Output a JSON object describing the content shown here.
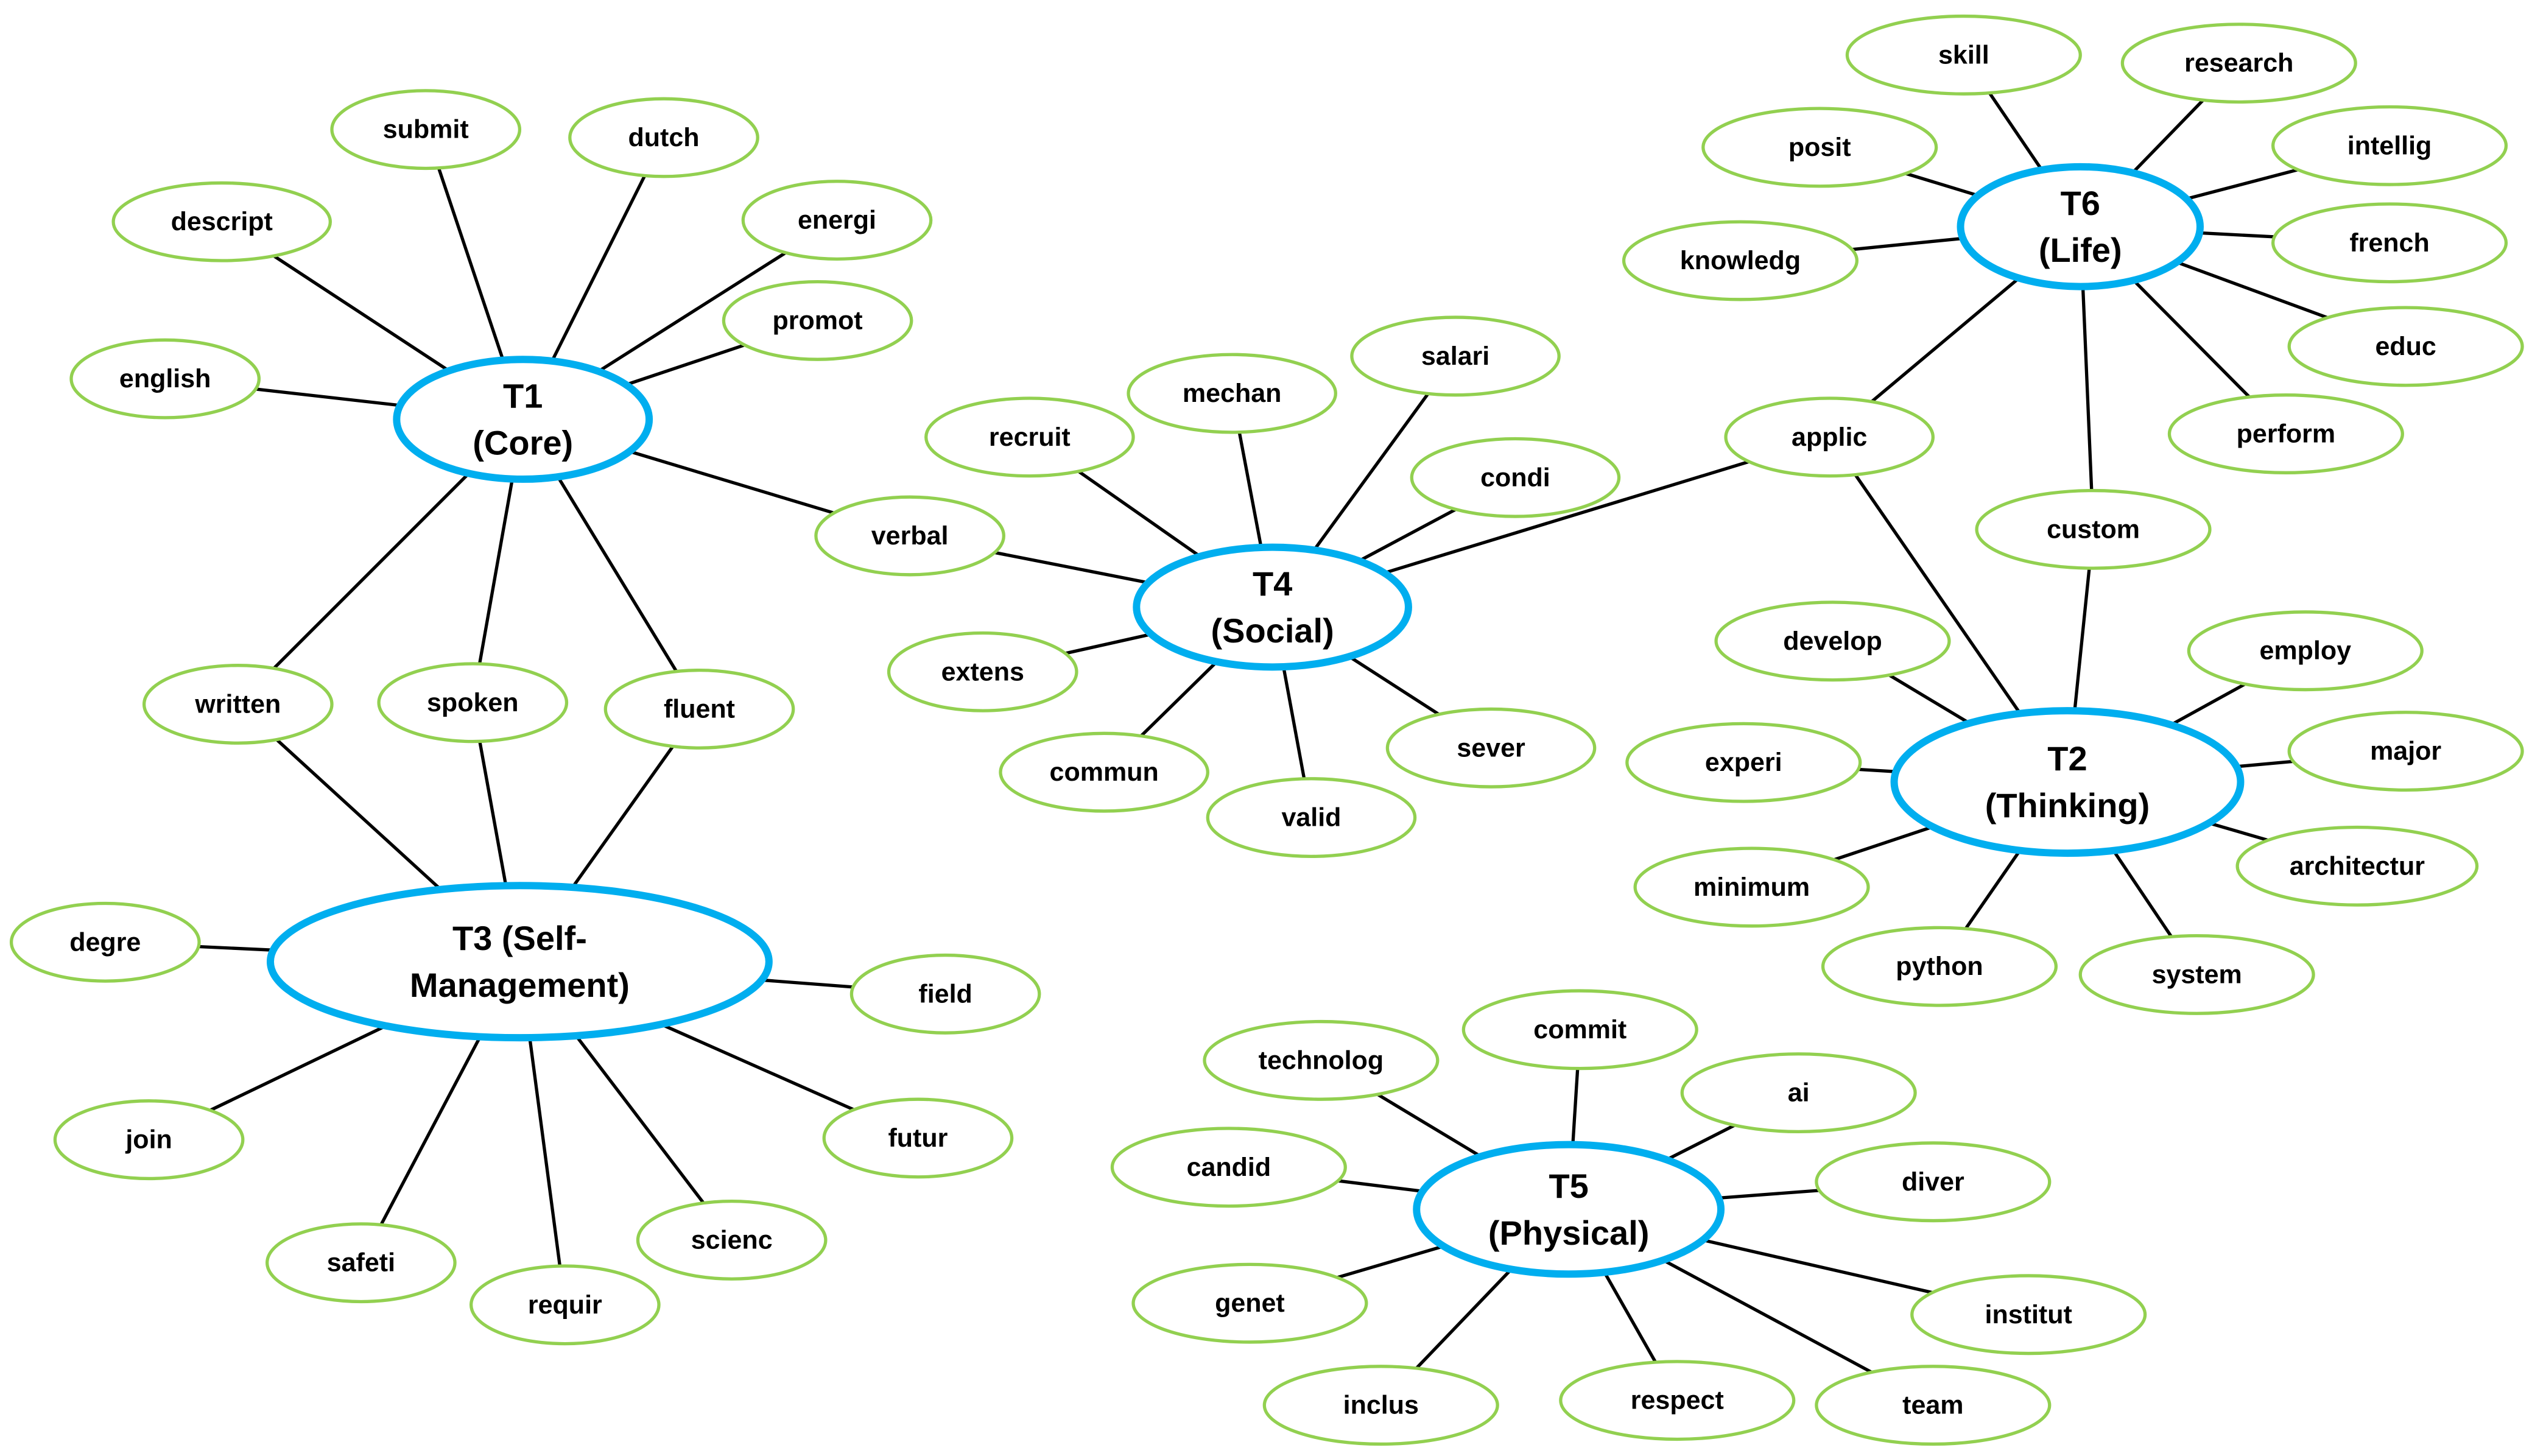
{
  "colors": {
    "topic_border": "#00AEEF",
    "term_border": "#92D050",
    "edge": "#000000",
    "text": "#000000",
    "background": "#FFFFFF"
  },
  "topics": {
    "T1": {
      "line1": "T1",
      "line2": "(Core)"
    },
    "T2": {
      "line1": "T2",
      "line2": "(Thinking)"
    },
    "T3": {
      "line1": "T3 (Self-",
      "line2": "Management)"
    },
    "T4": {
      "line1": "T4",
      "line2": "(Social)"
    },
    "T5": {
      "line1": "T5",
      "line2": "(Physical)"
    },
    "T6": {
      "line1": "T6",
      "line2": "(Life)"
    }
  },
  "terms": {
    "submit": "submit",
    "dutch": "dutch",
    "descript": "descript",
    "energi": "energi",
    "promot": "promot",
    "english": "english",
    "verbal": "verbal",
    "written": "written",
    "spoken": "spoken",
    "fluent": "fluent",
    "degre": "degre",
    "field": "field",
    "join": "join",
    "futur": "futur",
    "safeti": "safeti",
    "requir": "requir",
    "scienc": "scienc",
    "recruit": "recruit",
    "mechan": "mechan",
    "salari": "salari",
    "condi": "condi",
    "extens": "extens",
    "commun": "commun",
    "valid": "valid",
    "sever": "sever",
    "applic": "applic",
    "skill": "skill",
    "research": "research",
    "posit": "posit",
    "intellig": "intellig",
    "knowledg": "knowledg",
    "french": "french",
    "educ": "educ",
    "perform": "perform",
    "custom": "custom",
    "develop": "develop",
    "employ": "employ",
    "experi": "experi",
    "major": "major",
    "minimum": "minimum",
    "architectur": "architectur",
    "python": "python",
    "system": "system",
    "technolog": "technolog",
    "commit": "commit",
    "ai": "ai",
    "candid": "candid",
    "diver": "diver",
    "genet": "genet",
    "institut": "institut",
    "inclus": "inclus",
    "respect": "respect",
    "team": "team"
  },
  "edges": [
    [
      "T1",
      "submit"
    ],
    [
      "T1",
      "dutch"
    ],
    [
      "T1",
      "descript"
    ],
    [
      "T1",
      "energi"
    ],
    [
      "T1",
      "promot"
    ],
    [
      "T1",
      "english"
    ],
    [
      "T1",
      "verbal"
    ],
    [
      "T1",
      "written"
    ],
    [
      "T1",
      "spoken"
    ],
    [
      "T1",
      "fluent"
    ],
    [
      "T3",
      "written"
    ],
    [
      "T3",
      "spoken"
    ],
    [
      "T3",
      "fluent"
    ],
    [
      "T3",
      "degre"
    ],
    [
      "T3",
      "field"
    ],
    [
      "T3",
      "join"
    ],
    [
      "T3",
      "futur"
    ],
    [
      "T3",
      "safeti"
    ],
    [
      "T3",
      "requir"
    ],
    [
      "T3",
      "scienc"
    ],
    [
      "T4",
      "verbal"
    ],
    [
      "T4",
      "recruit"
    ],
    [
      "T4",
      "mechan"
    ],
    [
      "T4",
      "salari"
    ],
    [
      "T4",
      "condi"
    ],
    [
      "T4",
      "extens"
    ],
    [
      "T4",
      "commun"
    ],
    [
      "T4",
      "valid"
    ],
    [
      "T4",
      "sever"
    ],
    [
      "T4",
      "applic"
    ],
    [
      "T6",
      "applic"
    ],
    [
      "T6",
      "skill"
    ],
    [
      "T6",
      "research"
    ],
    [
      "T6",
      "posit"
    ],
    [
      "T6",
      "intellig"
    ],
    [
      "T6",
      "knowledg"
    ],
    [
      "T6",
      "french"
    ],
    [
      "T6",
      "educ"
    ],
    [
      "T6",
      "perform"
    ],
    [
      "T6",
      "custom"
    ],
    [
      "T2",
      "applic"
    ],
    [
      "T2",
      "custom"
    ],
    [
      "T2",
      "develop"
    ],
    [
      "T2",
      "employ"
    ],
    [
      "T2",
      "experi"
    ],
    [
      "T2",
      "major"
    ],
    [
      "T2",
      "minimum"
    ],
    [
      "T2",
      "architectur"
    ],
    [
      "T2",
      "python"
    ],
    [
      "T2",
      "system"
    ],
    [
      "T5",
      "technolog"
    ],
    [
      "T5",
      "commit"
    ],
    [
      "T5",
      "ai"
    ],
    [
      "T5",
      "candid"
    ],
    [
      "T5",
      "diver"
    ],
    [
      "T5",
      "genet"
    ],
    [
      "T5",
      "institut"
    ],
    [
      "T5",
      "inclus"
    ],
    [
      "T5",
      "respect"
    ],
    [
      "T5",
      "team"
    ]
  ]
}
